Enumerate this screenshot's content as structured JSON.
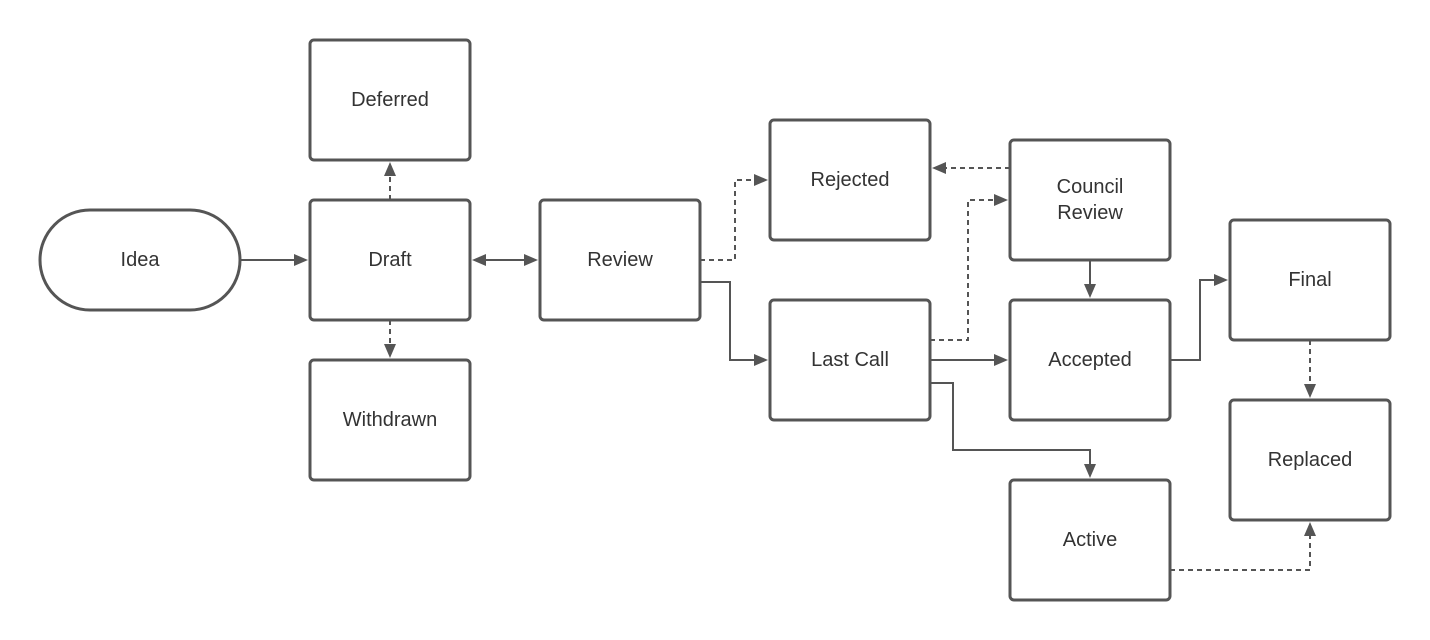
{
  "colors": {
    "stroke": "#555555",
    "fill": "#ffffff",
    "text": "#333333"
  },
  "nodes": [
    {
      "id": "idea",
      "shape": "terminal",
      "lines": [
        "Idea"
      ]
    },
    {
      "id": "deferred",
      "shape": "rect",
      "lines": [
        "Deferred"
      ]
    },
    {
      "id": "draft",
      "shape": "rect",
      "lines": [
        "Draft"
      ]
    },
    {
      "id": "withdrawn",
      "shape": "rect",
      "lines": [
        "Withdrawn"
      ]
    },
    {
      "id": "review",
      "shape": "rect",
      "lines": [
        "Review"
      ]
    },
    {
      "id": "rejected",
      "shape": "rect",
      "lines": [
        "Rejected"
      ]
    },
    {
      "id": "last-call",
      "shape": "rect",
      "lines": [
        "Last Call"
      ]
    },
    {
      "id": "council-review",
      "shape": "rect",
      "lines": [
        "Council",
        "Review"
      ]
    },
    {
      "id": "accepted",
      "shape": "rect",
      "lines": [
        "Accepted"
      ]
    },
    {
      "id": "active",
      "shape": "rect",
      "lines": [
        "Active"
      ]
    },
    {
      "id": "final",
      "shape": "rect",
      "lines": [
        "Final"
      ]
    },
    {
      "id": "replaced",
      "shape": "rect",
      "lines": [
        "Replaced"
      ]
    }
  ],
  "edges": [
    {
      "from": "idea",
      "to": "draft",
      "style": "solid"
    },
    {
      "from": "draft",
      "to": "deferred",
      "style": "dashed"
    },
    {
      "from": "draft",
      "to": "withdrawn",
      "style": "dashed"
    },
    {
      "from": "draft",
      "to": "review",
      "style": "solid",
      "bidirectional": true
    },
    {
      "from": "review",
      "to": "rejected",
      "style": "dashed"
    },
    {
      "from": "review",
      "to": "last-call",
      "style": "solid"
    },
    {
      "from": "council-review",
      "to": "rejected",
      "style": "dashed"
    },
    {
      "from": "last-call",
      "to": "council-review",
      "style": "dashed"
    },
    {
      "from": "last-call",
      "to": "accepted",
      "style": "solid"
    },
    {
      "from": "last-call",
      "to": "active",
      "style": "solid"
    },
    {
      "from": "council-review",
      "to": "accepted",
      "style": "solid"
    },
    {
      "from": "accepted",
      "to": "final",
      "style": "solid"
    },
    {
      "from": "final",
      "to": "replaced",
      "style": "dashed"
    },
    {
      "from": "active",
      "to": "replaced",
      "style": "dashed"
    }
  ]
}
